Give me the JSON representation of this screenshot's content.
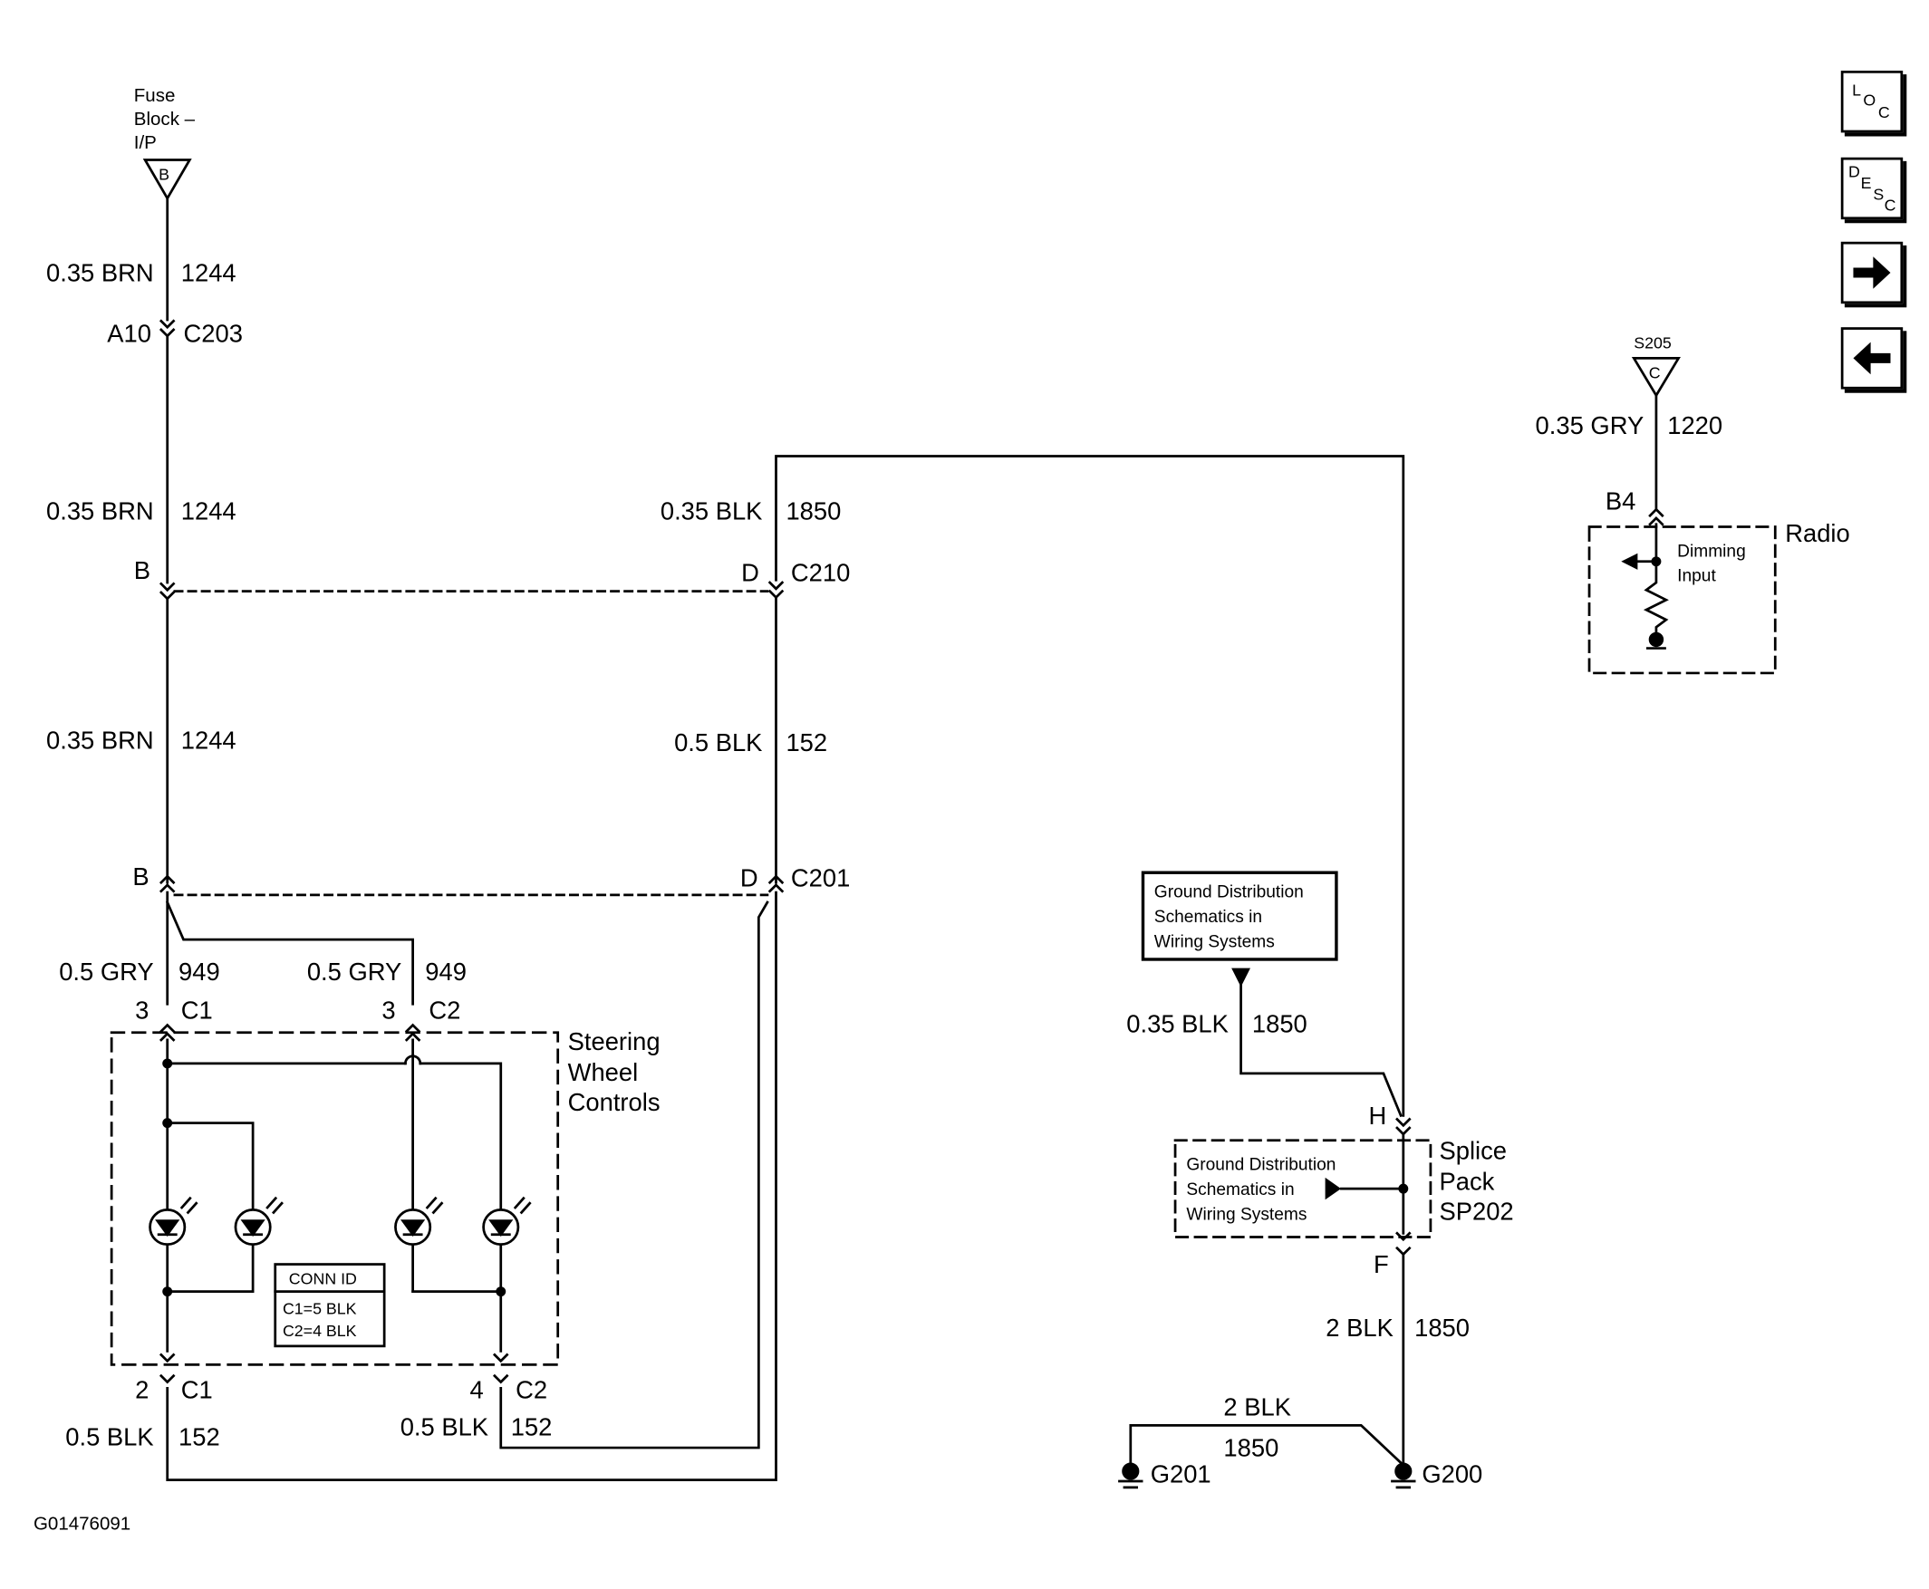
{
  "source": {
    "label": "Fuse Block – I/P",
    "line1": "Fuse",
    "line2": "Block –",
    "line3": "I/P",
    "terminal": "B"
  },
  "left_column": {
    "w1": {
      "gauge_color": "0.35 BRN",
      "circuit": "1244"
    },
    "c203": {
      "pin": "A10",
      "connector": "C203"
    },
    "w2": {
      "gauge_color": "0.35 BRN",
      "circuit": "1244"
    },
    "c210_pin": "B",
    "w3": {
      "gauge_color": "0.35 BRN",
      "circuit": "1244"
    },
    "c201_pin": "B"
  },
  "middle_column": {
    "w1": {
      "gauge_color": "0.35 BLK",
      "circuit": "1850"
    },
    "c210": {
      "pin": "D",
      "connector": "C210"
    },
    "w2": {
      "gauge_color": "0.5 BLK",
      "circuit": "152"
    },
    "c201": {
      "pin": "D",
      "connector": "C201"
    }
  },
  "steering": {
    "label_lines": [
      "Steering",
      "Wheel",
      "Controls"
    ],
    "feed_c1": {
      "gauge_color": "0.5 GRY",
      "circuit": "949",
      "pin": "3",
      "connector": "C1"
    },
    "feed_c2": {
      "gauge_color": "0.5 GRY",
      "circuit": "949",
      "pin": "3",
      "connector": "C2"
    },
    "out_c1": {
      "pin": "2",
      "connector": "C1",
      "gauge_color": "0.5 BLK",
      "circuit": "152"
    },
    "out_c2": {
      "pin": "4",
      "connector": "C2",
      "gauge_color": "0.5 BLK",
      "circuit": "152"
    },
    "conn_id": {
      "title": "CONN ID",
      "line1": "C1=5 BLK",
      "line2": "C2=4 BLK"
    }
  },
  "ground_ref_box": {
    "lines": [
      "Ground Distribution",
      "Schematics in",
      "Wiring Systems"
    ]
  },
  "ground_wire": {
    "gauge_color": "0.35 BLK",
    "circuit": "1850"
  },
  "splice_pack": {
    "label_lines": [
      "Splice",
      "Pack",
      "SP202"
    ],
    "pin_top": "H",
    "pin_bottom": "F",
    "inner_lines": [
      "Ground Distribution",
      "Schematics in",
      "Wiring Systems"
    ]
  },
  "ground_main": {
    "gauge_color": "2 BLK",
    "circuit": "1850",
    "ground": "G200"
  },
  "ground_branch": {
    "gauge_color": "2 BLK",
    "circuit": "1850",
    "ground": "G201"
  },
  "radio": {
    "splice": "S205",
    "splice_terminal": "C",
    "wire": {
      "gauge_color": "0.35 GRY",
      "circuit": "1220"
    },
    "pin": "B4",
    "label": "Radio",
    "inner_lines": [
      "Dimming",
      "Input"
    ]
  },
  "nav": {
    "loc": "LOC",
    "desc": "DESC",
    "next": "next-arrow",
    "prev": "prev-arrow"
  },
  "figure_id": "G01476091"
}
